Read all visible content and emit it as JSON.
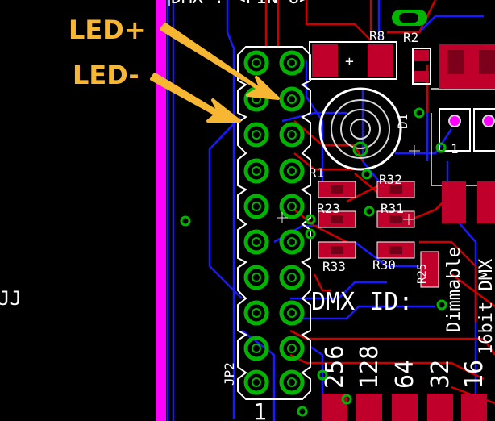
{
  "annotations": {
    "led_plus": "LED+",
    "led_minus": "LED-"
  },
  "silkscreen": {
    "top_label": "DMX : <PIN 8>",
    "r8": "R8",
    "r2": "R2",
    "r1": "R1",
    "r32": "R32",
    "r23": "R23",
    "r31": "R31",
    "r33": "R33",
    "r30": "R30",
    "r25": "R25",
    "dimmable": "Dimmable",
    "bit16": "16bit DMX",
    "dmx_id": "DMX ID:",
    "jp2": "JP2",
    "pin1": "1",
    "regulator_pin": "1",
    "led_ref": "D1",
    "left_partial": "JJ",
    "addr_bits": [
      "256",
      "128",
      "64",
      "32",
      "16"
    ]
  },
  "colors": {
    "background": "#000000",
    "board_edge": "#ff00ff",
    "bottom_trace": "#1a1aff",
    "top_trace": "#cc0000",
    "pad_ring": "#00b400",
    "silkscreen": "#ffffff",
    "smd_pad": "#c0002a",
    "annotation": "#f7b733"
  }
}
